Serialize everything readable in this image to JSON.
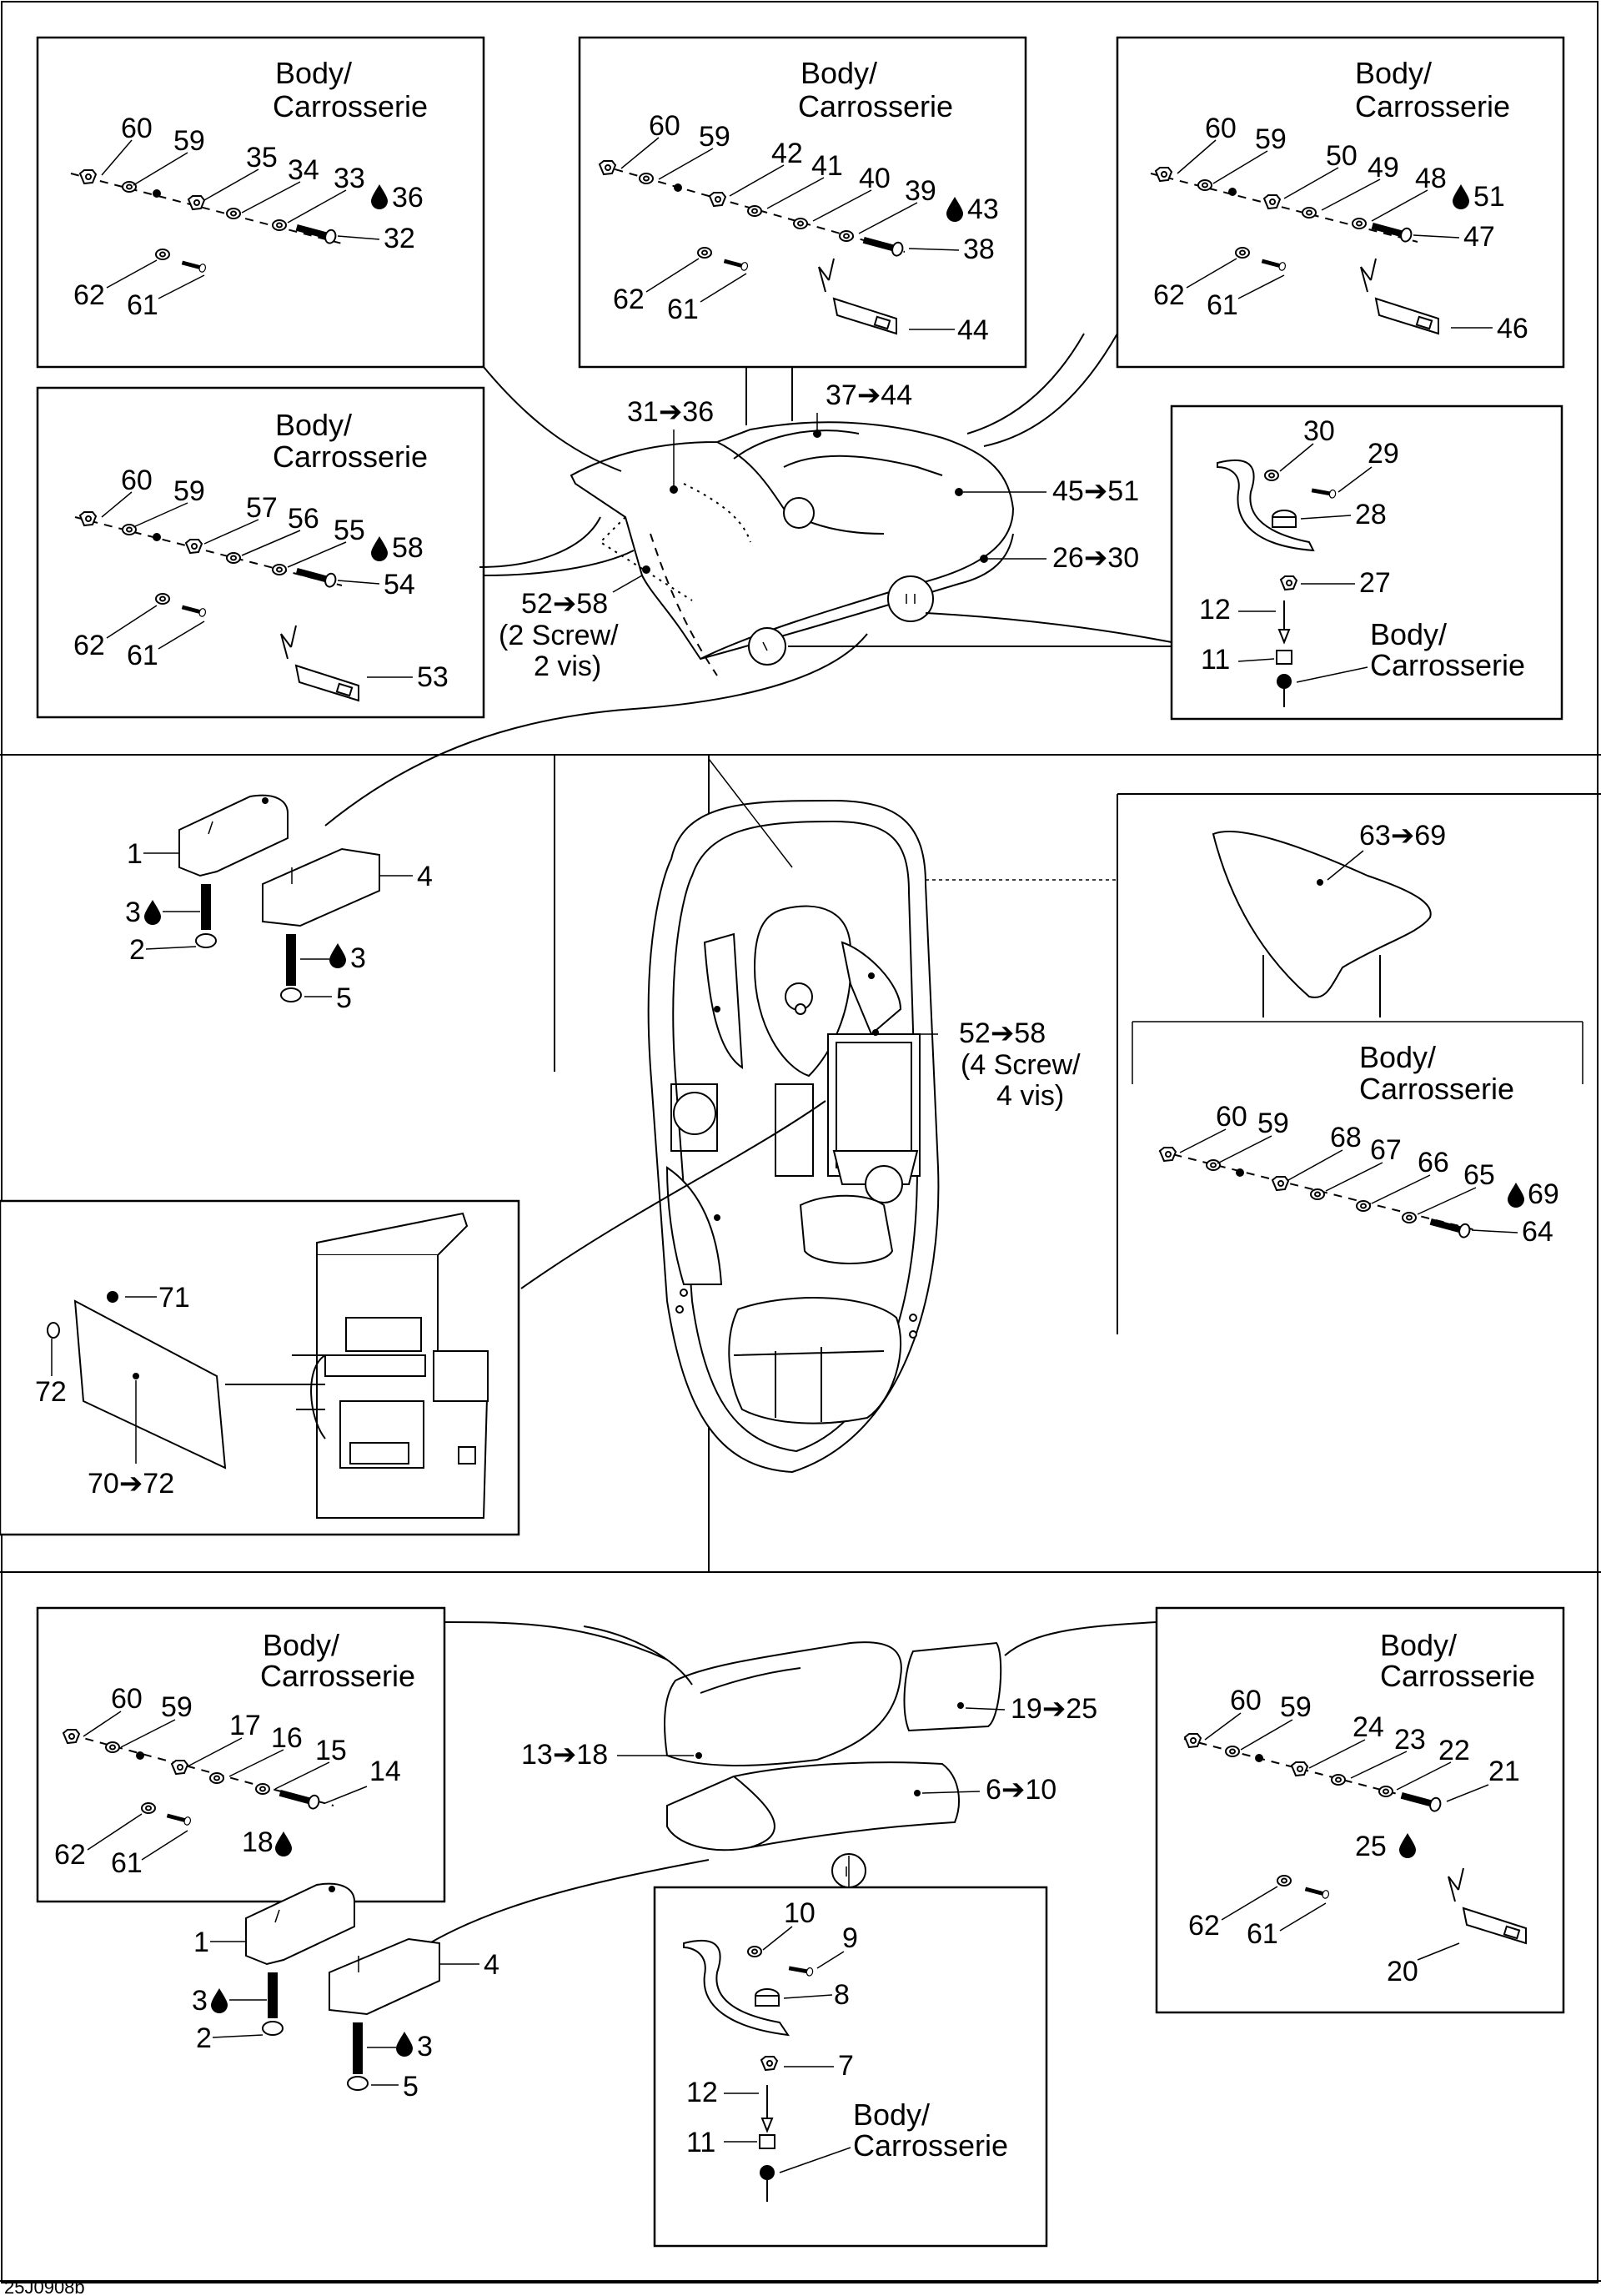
{
  "body_label_1": "Body/",
  "body_label_2": "Carrosserie",
  "arrow": "➔",
  "drop": "💧",
  "screw2_1": "(2 Screw/",
  "screw2_2": "2 vis)",
  "screw4_1": "(4 Screw/",
  "screw4_2": "4 vis)",
  "refs": {
    "r31_36": "31➔36",
    "r37_44": "37➔44",
    "r45_51": "45➔51",
    "r26_30": "26➔30",
    "r52_58": "52➔58",
    "r63_69": "63➔69",
    "r70_72": "70➔72",
    "r13_18": "13➔18",
    "r19_25": "19➔25",
    "r6_10": "6➔10"
  },
  "image_code": "25J0908b"
}
